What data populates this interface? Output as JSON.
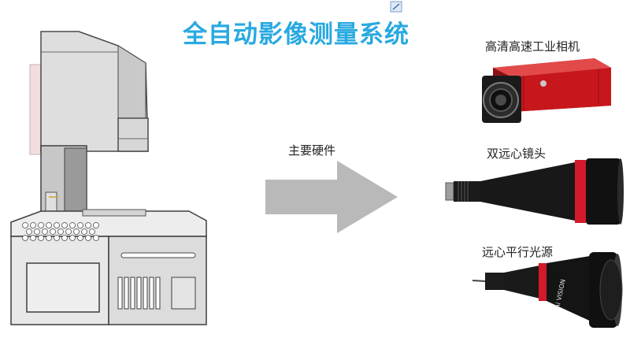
{
  "title": "全自动影像测量系统",
  "hardware_label": "主要硬件",
  "components": [
    {
      "label": "高清高速工业相机",
      "icon": "industrial-camera"
    },
    {
      "label": "双远心镜头",
      "icon": "telecentric-lens"
    },
    {
      "label": "远心平行光源",
      "icon": "telecentric-light-source"
    }
  ],
  "light_source_brand": "Ai VISION",
  "colors": {
    "title": "#29a9e0",
    "arrow": "#b9b9b9",
    "camera_red": "#c8161d",
    "lens_ring": "#d21a2a"
  }
}
